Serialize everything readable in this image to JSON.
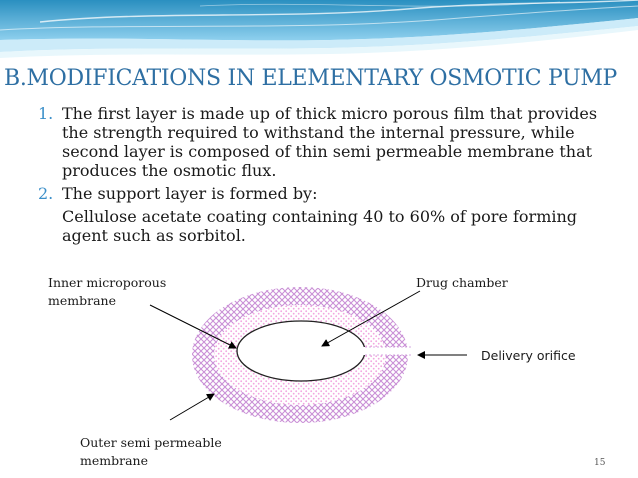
{
  "slide": {
    "title": "B.MODIFICATIONS IN ELEMENTARY OSMOTIC PUMP",
    "items": [
      {
        "number": "1.",
        "text": "The first layer is made up of thick micro porous film that provides the strength required to withstand the internal pressure, while second layer is composed of thin semi permeable membrane that produces the osmotic flux."
      },
      {
        "number": "2.",
        "text": "The support layer is formed by:",
        "subtext": "Cellulose acetate coating containing 40 to 60% of pore forming agent such as sorbitol."
      }
    ],
    "page_number": "15"
  },
  "diagram": {
    "labels": {
      "inner_line1": "Inner microporous",
      "inner_line2": "membrane",
      "drug_chamber": "Drug chamber",
      "delivery_orifice": "Delivery orifice",
      "outer_line1": "Outer semi permeable",
      "outer_line2": "membrane"
    },
    "colors": {
      "outer_ring": "#c98fd6",
      "inner_ring": "#f2a6e0",
      "title": "#2e6fa3",
      "number": "#3b8fc9"
    }
  }
}
